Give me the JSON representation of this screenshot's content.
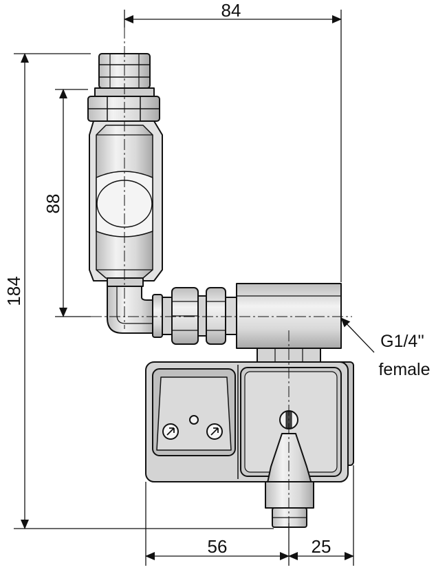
{
  "dimensions": {
    "width_total": "84",
    "height_total": "184",
    "pipe_length": "88",
    "body_left": "56",
    "body_right": "25"
  },
  "callout": {
    "thread": "G1/4''",
    "type": "female"
  },
  "colors": {
    "line": "#111111",
    "metal_light": "#e9e9e9",
    "metal_mid": "#cfcfcf",
    "metal_dark": "#a9a9a9",
    "housing": "#d6d6d6",
    "housing_dark": "#bdbdbd"
  }
}
